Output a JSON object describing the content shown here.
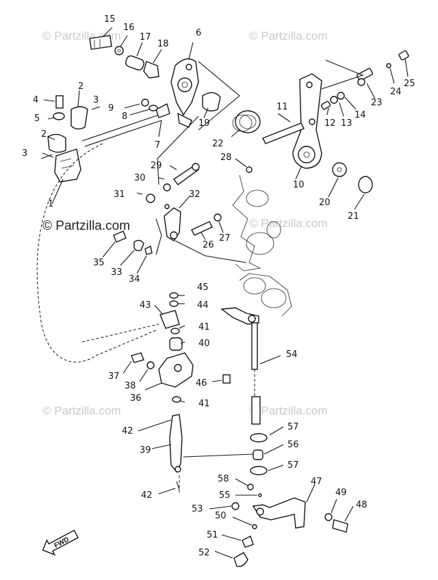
{
  "watermark": {
    "text": "© Partzilla.com",
    "main_text": "© Partzilla.com"
  },
  "fwd_label": "FWD",
  "part_numbers": [
    "1",
    "2",
    "3",
    "4",
    "5",
    "6",
    "7",
    "8",
    "9",
    "10",
    "11",
    "12",
    "13",
    "14",
    "15",
    "16",
    "17",
    "18",
    "19",
    "20",
    "21",
    "22",
    "23",
    "24",
    "25",
    "26",
    "27",
    "28",
    "29",
    "30",
    "31",
    "32",
    "33",
    "34",
    "35",
    "36",
    "37",
    "38",
    "39",
    "40",
    "41",
    "42",
    "43",
    "44",
    "45",
    "46",
    "47",
    "48",
    "49",
    "50",
    "51",
    "52",
    "53",
    "54",
    "55",
    "56",
    "57",
    "58"
  ]
}
